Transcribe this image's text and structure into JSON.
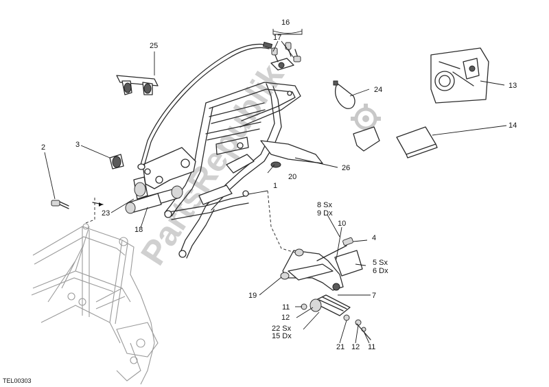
{
  "diagram": {
    "code": "TEL00303",
    "watermark": "PartsRepublik",
    "callouts": [
      "1",
      "2",
      "3",
      "4",
      "5 Sx",
      "6 Dx",
      "7",
      "8 Sx",
      "9 Dx",
      "10",
      "11",
      "11",
      "11",
      "12",
      "12",
      "13",
      "14",
      "16",
      "17",
      "18",
      "19",
      "20",
      "21",
      "22 Sx",
      "15 Dx",
      "23",
      "24",
      "25",
      "26"
    ]
  }
}
